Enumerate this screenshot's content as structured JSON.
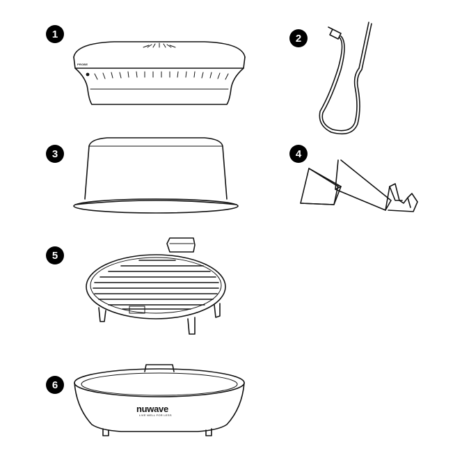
{
  "parts": [
    {
      "number": "1",
      "name": "power-head",
      "label_text": "PROBE"
    },
    {
      "number": "2",
      "name": "temperature-probe"
    },
    {
      "number": "3",
      "name": "dome"
    },
    {
      "number": "4",
      "name": "dome-holder"
    },
    {
      "number": "5",
      "name": "cooking-rack"
    },
    {
      "number": "6",
      "name": "base",
      "brand_text": "nuwave",
      "tagline_text": "LIVE WELL FOR LESS"
    }
  ]
}
